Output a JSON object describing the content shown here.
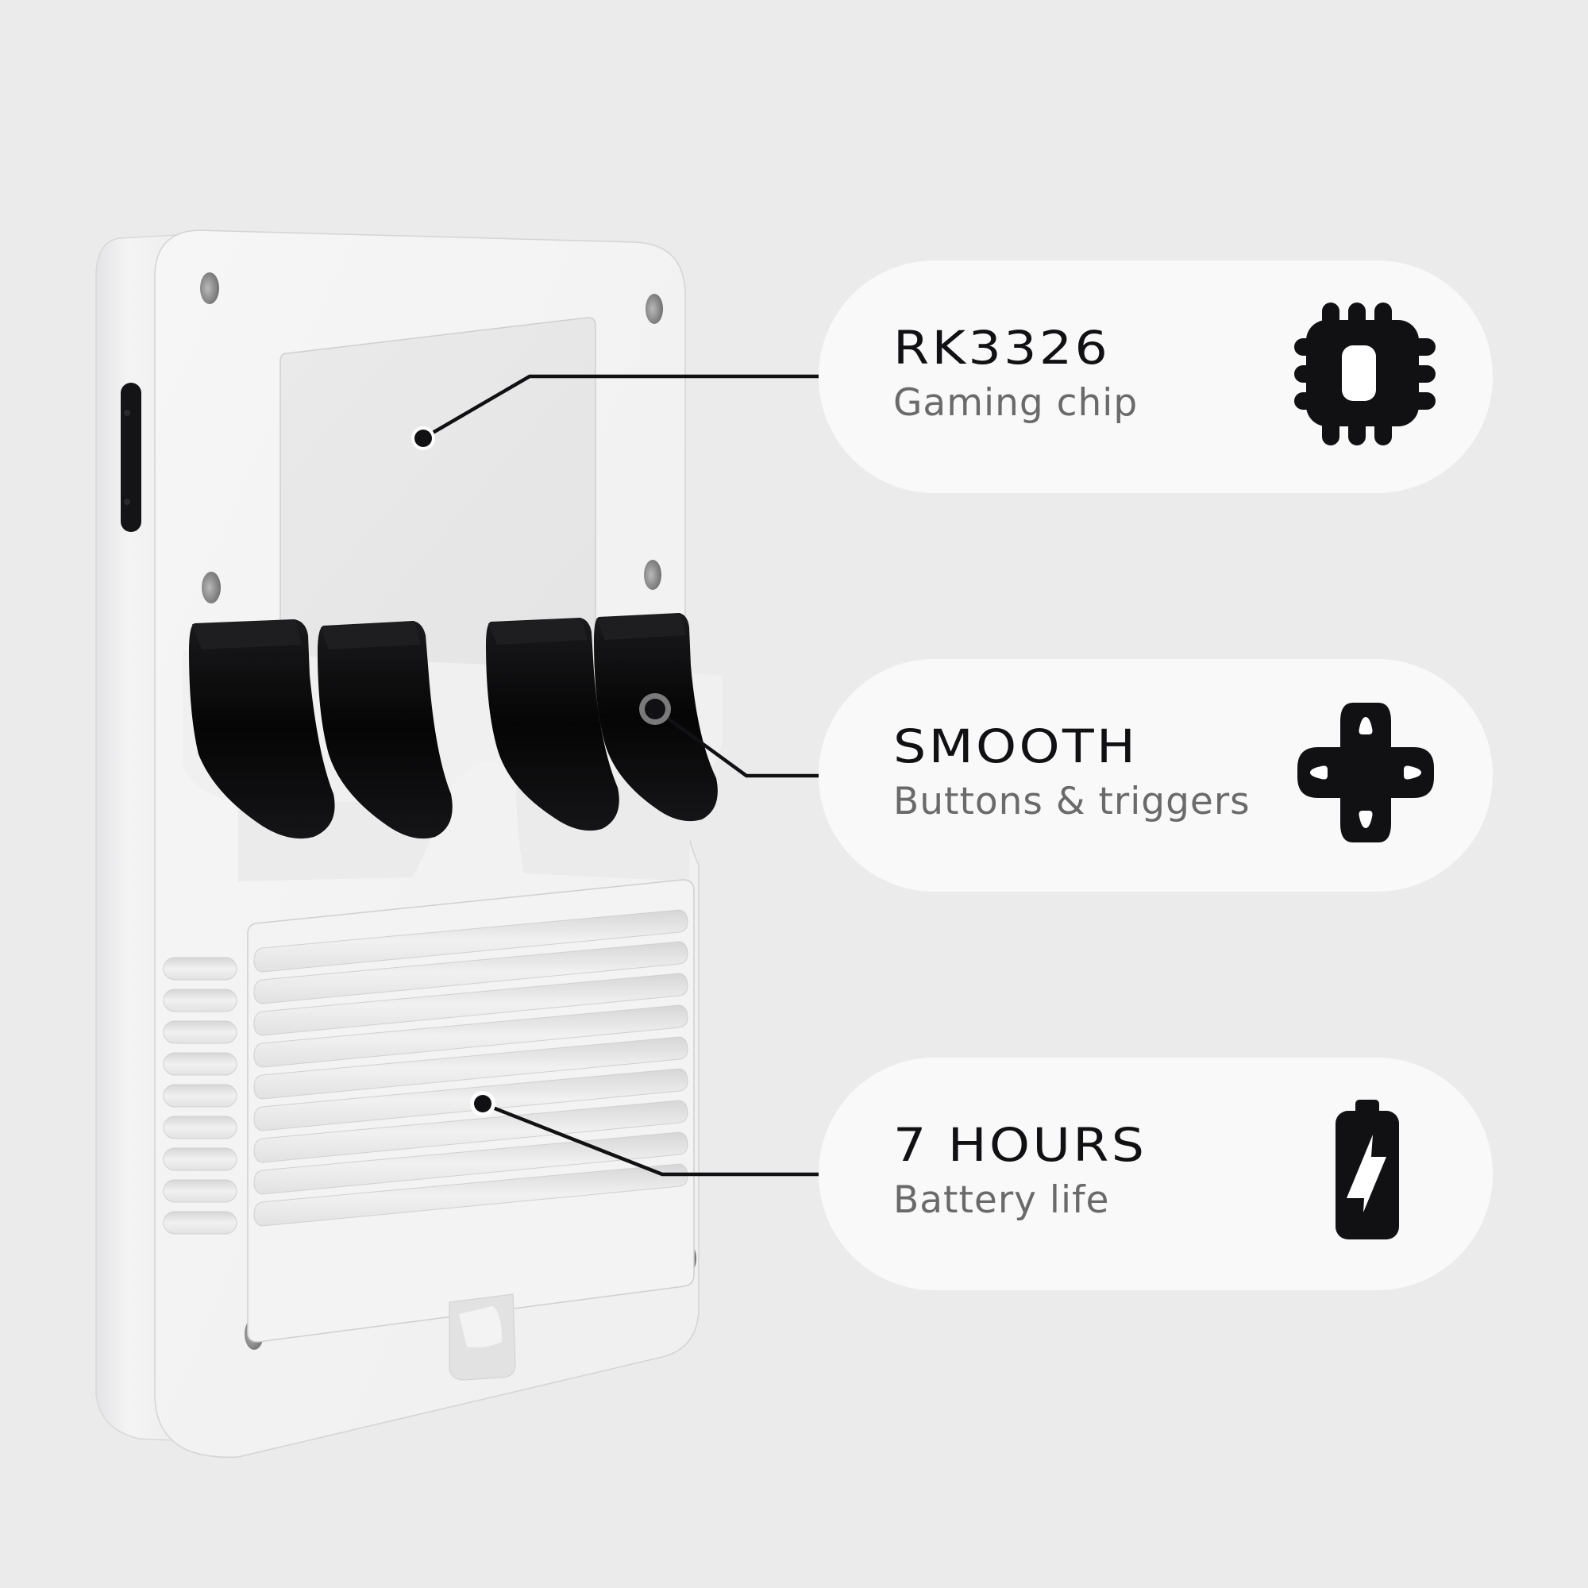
{
  "features": [
    {
      "title": "RK3326",
      "subtitle": "Gaming chip",
      "icon": "cpu-chip-icon"
    },
    {
      "title": "SMOOTH",
      "subtitle": "Buttons & triggers",
      "icon": "dpad-icon"
    },
    {
      "title": "7 HOURS",
      "subtitle": "Battery life",
      "icon": "battery-charging-icon"
    }
  ],
  "colors": {
    "background": "#ebebeb",
    "pill": "#f9f9f9",
    "title": "#111114",
    "subtitle": "#6a6a6a",
    "device_body": "#f2f2f2",
    "trigger": "#0d0d0f",
    "callout_line": "#111114"
  }
}
